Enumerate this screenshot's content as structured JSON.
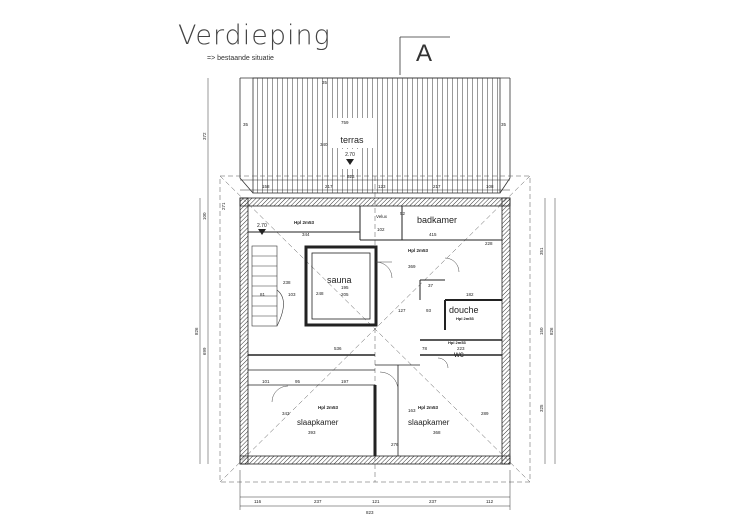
{
  "header": {
    "title": "Verdieping",
    "subtitle": "=> bestaande situatie",
    "sheet_label": "A"
  },
  "rooms": {
    "terras": "terras",
    "badkamer": "badkamer",
    "sauna": "sauna",
    "douche": "douche",
    "wc": "wc",
    "slaapkamer_left": "slaapkamer",
    "slaapkamer_right": "slaapkamer",
    "velux": "Velux"
  },
  "levels": {
    "terras": "2.70",
    "stair": "2.70"
  },
  "heights": {
    "upper_left": "Hpl 2m53",
    "hall": "Hpl 2m53",
    "douche": "Hpl 2m53",
    "wc": "Hpl 2m53",
    "slaapkamer_left": "Hpl 2m53",
    "slaapkamer_right": "Hpl 2m53"
  },
  "dimensions": {
    "terras_top": "35",
    "terras_width": "759",
    "terras_depth": "340",
    "left_offset": "35",
    "right_offset": "35",
    "overall_top": "823",
    "top_segments": [
      "158",
      "217",
      "123",
      "217",
      "108"
    ],
    "upper_left_width": "344",
    "velux_width": "102",
    "velux_h": "52",
    "badkamer_width": "415",
    "badkamer_h": "228",
    "hall_h": "369",
    "sauna_a": "195",
    "sauna_b": "205",
    "sauna_c": "248",
    "stair_w": "103",
    "stair_h": "238",
    "stair_x": "81",
    "dim_37": "37",
    "dim_182": "182",
    "dim_127": "127",
    "dim_93": "93",
    "dim_223": "223",
    "dim_78": "78",
    "dim_536": "536",
    "dim_101": "101",
    "dim_95": "95",
    "dim_197": "197",
    "dim_163": "163",
    "dim_393": "393",
    "dim_368": "368",
    "dim_343": "343",
    "dim_276": "276",
    "dim_289": "289",
    "bottom_segments": [
      "116",
      "237",
      "121",
      "237",
      "112"
    ],
    "overall_bottom": "823",
    "left_vertical": [
      "372",
      "100",
      "271",
      "699",
      "826"
    ],
    "right_vertical": [
      "351",
      "150",
      "325",
      "826"
    ]
  }
}
